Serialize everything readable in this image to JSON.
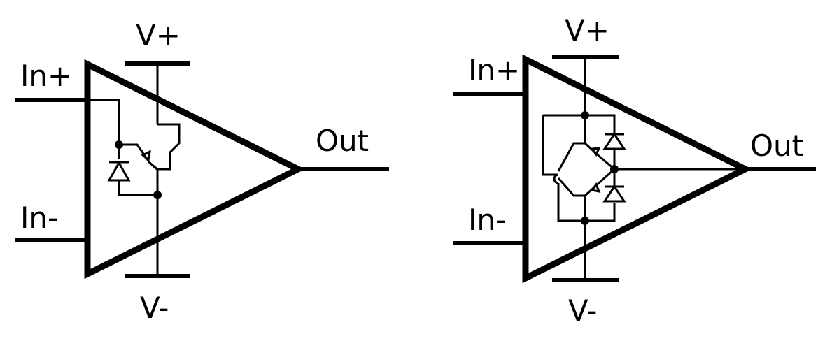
{
  "left_amp": {
    "in_plus": "In+",
    "in_minus": "In-",
    "v_plus": "V+",
    "v_minus": "V-",
    "out": "Out"
  },
  "right_amp": {
    "in_plus": "In+",
    "in_minus": "In-",
    "v_plus": "V+",
    "v_minus": "V-",
    "out": "Out"
  },
  "colors": {
    "line": "#000000",
    "background": "#ffffff"
  }
}
